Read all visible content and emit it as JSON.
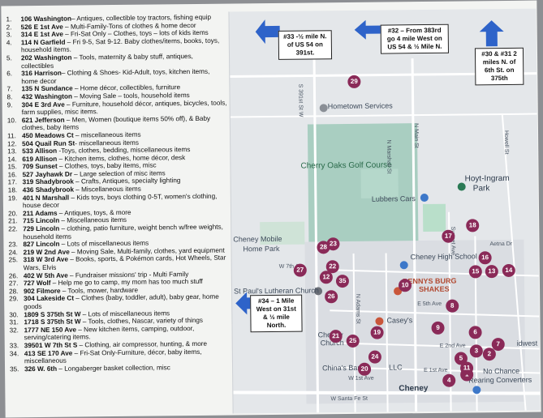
{
  "listings": [
    {
      "num": "1.",
      "addr": "106 Washington",
      "desc": "– Antiques, collectible toy tractors, fishing equip"
    },
    {
      "num": "2.",
      "addr": "526 E 1st Ave",
      "desc": " – Multi-Family-Tons of clothes & home decor"
    },
    {
      "num": "3.",
      "addr": "314 E 1st Ave",
      "desc": " – Fri-Sat Only – Clothes, toys – lots of kids items"
    },
    {
      "num": "4.",
      "addr": "114 N Garfield",
      "desc": " – Fri 9-5, Sat 9-12. Baby clothes/items, books, toys, household items."
    },
    {
      "num": "5.",
      "addr": "202 Washington",
      "desc": " – Tools, maternity & baby stuff, antiques, collectibles"
    },
    {
      "num": "6.",
      "addr": "316 Harrison",
      "desc": "– Clothing & Shoes- Kid-Adult, toys, kitchen items, home decor"
    },
    {
      "num": "7.",
      "addr": "135 N Sundance",
      "desc": " – Home décor, collectibles, furniture"
    },
    {
      "num": "8.",
      "addr": "432 Washington",
      "desc": " – Moving Sale – tools, household items"
    },
    {
      "num": "9.",
      "addr": "304 E 3rd Ave",
      "desc": " – Furniture, household décor, antiques, bicycles, tools, farm supplies, misc items."
    },
    {
      "num": "10.",
      "addr": "621 Jefferson",
      "desc": " – Men, Women (boutique items 50% off), & Baby clothes, baby items"
    },
    {
      "num": "11.",
      "addr": "450 Meadows Ct",
      "desc": " – miscellaneous items"
    },
    {
      "num": "12.",
      "addr": "504 Quail Run St",
      "desc": "- miscellaneous items"
    },
    {
      "num": "13.",
      "addr": "533 Allison",
      "desc": " -Toys, clothes, bedding, miscellaneous items"
    },
    {
      "num": "14.",
      "addr": "619 Allison",
      "desc": " – Kitchen items, clothes, home décor, desk"
    },
    {
      "num": "15.",
      "addr": "709 Sunset",
      "desc": " – Clothes, toys, baby items, misc"
    },
    {
      "num": "16.",
      "addr": "527 Jayhawk Dr",
      "desc": " – Large selection of misc items"
    },
    {
      "num": "17.",
      "addr": "319 Shadybrook",
      "desc": " – Crafts, Antiques, specialty lighting"
    },
    {
      "num": "18.",
      "addr": "436 Shadybrook",
      "desc": " – Miscellaneous items"
    },
    {
      "num": "19.",
      "addr": "401 N Marshall",
      "desc": " – Kids toys, boys clothing 0-5T, women's clothing, house decor"
    },
    {
      "num": "20.",
      "addr": "211 Adams",
      "desc": " – Antiques, toys, & more"
    },
    {
      "num": "21.",
      "addr": "715 Lincoln",
      "desc": " – Miscellaneous items"
    },
    {
      "num": "22.",
      "addr": "729 Lincoln",
      "desc": " – clothing, patio furniture, weight bench w/free weights, household items"
    },
    {
      "num": "23.",
      "addr": "827 Lincoln",
      "desc": " – Lots of miscellaneous items"
    },
    {
      "num": "24.",
      "addr": "219 W 2nd Ave",
      "desc": " – Moving Sale, Multi-family, clothes, yard equipment"
    },
    {
      "num": "25.",
      "addr": "318 W 3rd Ave",
      "desc": " – Books, sports, & Pokémon cards, Hot Wheels, Star Wars, Elvis"
    },
    {
      "num": "26.",
      "addr": "402 W 5th Ave",
      "desc": " – Fundraiser missions' trip - Multi Family"
    },
    {
      "num": "27.",
      "addr": "727 Wolf",
      "desc": " – Help me go to camp, my mom has too much stuff"
    },
    {
      "num": "28.",
      "addr": "902 Filmore",
      "desc": " – Tools, mower, hardware"
    },
    {
      "num": "29.",
      "addr": "304 Lakeside Ct",
      "desc": " – Clothes (baby, toddler, adult), baby gear, home goods"
    },
    {
      "num": "30.",
      "addr": "1809 S 375th St W",
      "desc": " – Lots of miscellaneous items"
    },
    {
      "num": "31.",
      "addr": "1718 S 375th St W",
      "desc": " – Tools, clothes, Nascar, variety of things"
    },
    {
      "num": "32.",
      "addr": "1777 NE 150 Ave",
      "desc": " – New kitchen items, camping, outdoor, serving/catering items."
    },
    {
      "num": "33.",
      "addr": "39501 W 7th St S",
      "desc": " – Clothing, air compressor, hunting, & more"
    },
    {
      "num": "34.",
      "addr": "413 SE 170 Ave",
      "desc": " – Fri-Sat Only-Furniture, décor, baby items, miscellaneous"
    },
    {
      "num": "35.",
      "addr": "326 W. 6th",
      "desc": " – Longaberger basket collection, misc"
    }
  ],
  "callouts": {
    "c33": "#33 -½ mile N. of US 54 on 391st.",
    "c32": "#32 – From 383rd go 4 mile West on US 54 & ½ Mile N.",
    "c30": "#30 & #31 2 miles N. of 6th St. on 375th",
    "c34": "#34 – 1 Mile West on 31st & ½ mile North."
  },
  "map_labels": {
    "hometown": "Hometown Services",
    "golf": "Cherry Oaks Golf Course",
    "lubbers": "Lubbers Cars",
    "hoyt1": "Hoyt-Ingram",
    "hoyt2": "Park",
    "mobile1": "Cheney Mobile",
    "mobile2": "Home Park",
    "high": "Cheney High School",
    "church": "St Paul's Lutheran Church",
    "benny1": "BENNYS BURG",
    "benny2": "SHAKES",
    "caseys": "Casey's",
    "cheneych1": "Cheney",
    "cheneych2": "Church",
    "china": "China's Barn",
    "llc": "LLC",
    "nochance1": "No Chance",
    "nochance2": "Rearing Converters",
    "cheney": "Cheney",
    "midwest": "idwest",
    "nmain": "N Main St",
    "nmarshall": "N Marshall St",
    "sunset": "Sunset Ave",
    "aetna": "Aetna Dr",
    "w7th": "W 7th Ave",
    "nadams": "N Adams St",
    "e5th": "E 5th Ave",
    "e2nd": "E 2nd Ave",
    "e1st": "E 1st Ave",
    "w1st": "W 1st Ave",
    "wsantafe": "W Santa Fe St",
    "s391": "S 391st St W",
    "howell": "Howell St"
  },
  "pins": [
    "29",
    "28",
    "23",
    "27",
    "22",
    "35",
    "26",
    "12",
    "17",
    "18",
    "16",
    "15",
    "13",
    "14",
    "10",
    "8",
    "9",
    "3",
    "19",
    "6",
    "7",
    "24",
    "20",
    "5",
    "2",
    "1",
    "4",
    "11",
    "21",
    "25"
  ]
}
